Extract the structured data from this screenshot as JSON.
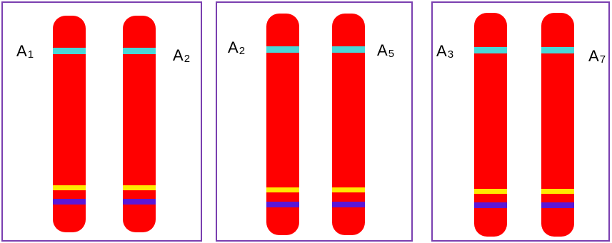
{
  "panels": [
    {
      "left": {
        "letter": "A",
        "index": "1"
      },
      "right": {
        "letter": "A",
        "index": "2"
      }
    },
    {
      "left": {
        "letter": "A",
        "index": "2"
      },
      "right": {
        "letter": "A",
        "index": "5"
      }
    },
    {
      "left": {
        "letter": "A",
        "index": "3"
      },
      "right": {
        "letter": "A",
        "index": "7"
      }
    }
  ],
  "colors": {
    "chromosome": "#ff0000",
    "band_top": "#49d7d7",
    "band_yellow": "#ffea00",
    "band_blue": "#5b17d6",
    "border": "#7a3fb0"
  }
}
